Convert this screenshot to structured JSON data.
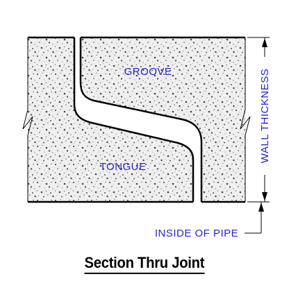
{
  "labels": {
    "groove": "GROOVE",
    "tongue": "TONGUE",
    "wall_thickness": "WALL THICKNESS",
    "inside_of_pipe": "INSIDE OF PIPE"
  },
  "caption": "Section Thru Joint",
  "colors": {
    "line": "#000000",
    "annotation": "#2525c8",
    "concrete_fill": "#c9c9c9"
  }
}
